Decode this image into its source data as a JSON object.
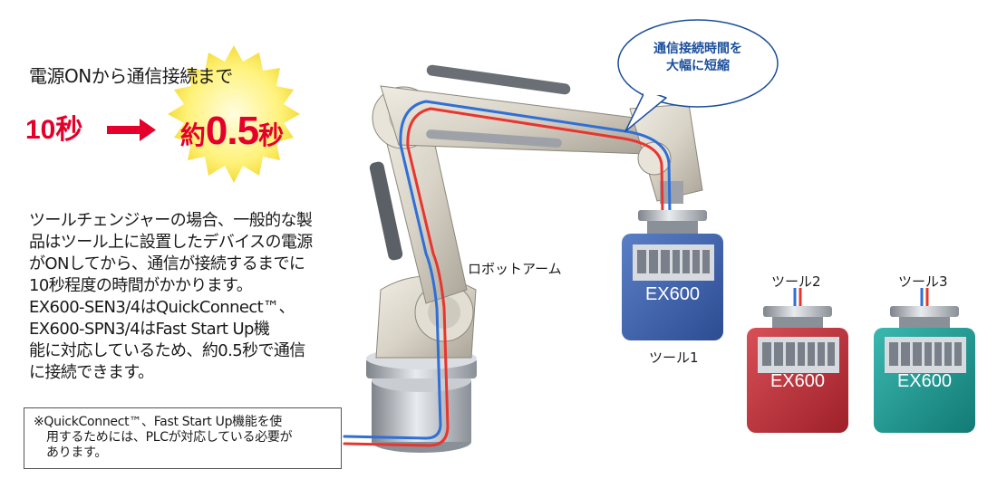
{
  "heading": "電源ONから通信接続まで",
  "before_time": "10秒",
  "after_time": {
    "prefix": "約",
    "number": "0.5",
    "suffix": "秒"
  },
  "description_lines": [
    "ツールチェンジャーの場合、一般的な製",
    "品はツール上に設置したデバイスの電源",
    "がONしてから、通信が接続するまでに",
    "10秒程度の時間がかかります。",
    "EX600-SEN3/4はQuickConnect™、",
    "EX600-SPN3/4はFast Start Up機",
    "能に対応しているため、約0.5秒で通信",
    "に接続できます。"
  ],
  "note_lines": [
    "※QuickConnect™、Fast Start Up機能を使",
    "用するためには、PLCが対応している必要が",
    "あります。"
  ],
  "callout_lines": [
    "通信接続時間を",
    "大幅に短縮"
  ],
  "robot_arm_label": "ロボットアーム",
  "tools": [
    {
      "name": "ツール1",
      "module": "EX600",
      "color": "#3a5ea8"
    },
    {
      "name": "ツール2",
      "module": "EX600",
      "color": "#c2323c"
    },
    {
      "name": "ツール3",
      "module": "EX600",
      "color": "#1f9a93"
    }
  ],
  "colors": {
    "accent_red": "#e4002b",
    "burst_yellow": "#fff27a",
    "callout_blue": "#1b4e9c",
    "cable_red": "#e8352f",
    "cable_blue": "#2f6fd6"
  }
}
